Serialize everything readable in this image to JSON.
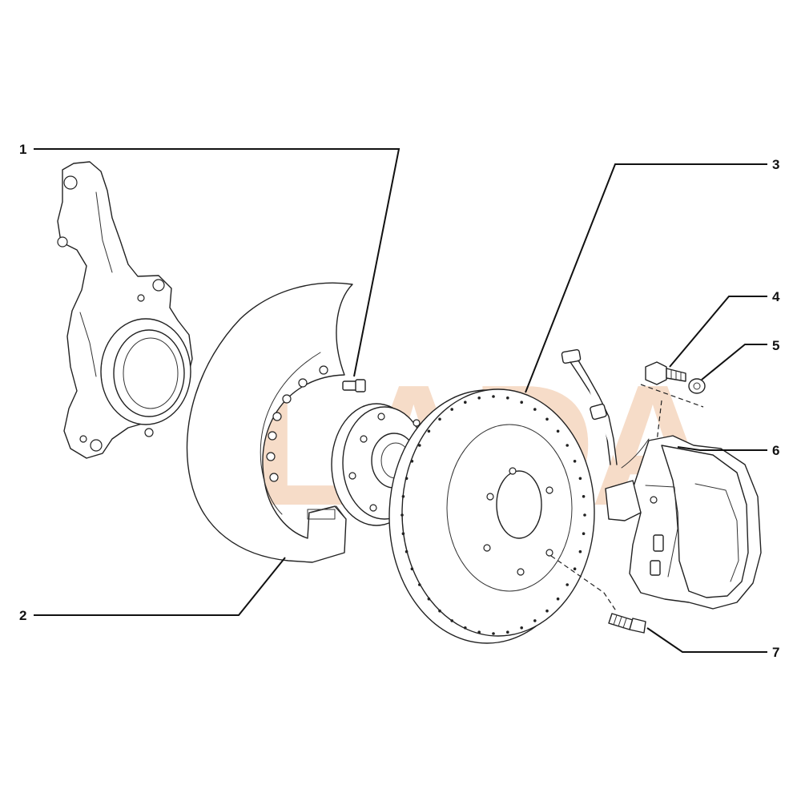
{
  "watermark": {
    "text": "LADA",
    "color": "#f6dcc8"
  },
  "callouts": [
    {
      "number": "1"
    },
    {
      "number": "2"
    },
    {
      "number": "3"
    },
    {
      "number": "4"
    },
    {
      "number": "5"
    },
    {
      "number": "6"
    },
    {
      "number": "7"
    }
  ]
}
